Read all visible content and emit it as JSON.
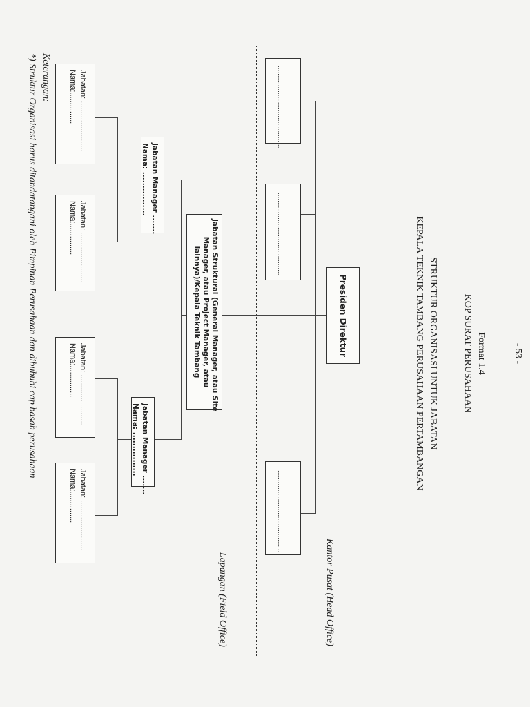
{
  "page_number": "- 53 -",
  "format": "Format 1.4",
  "letterhead": "KOP SURAT PERUSAHAAN",
  "title_line1": "STRUKTUR ORGANISASI UNTUK JABATAN",
  "title_line2": "KEPALA TEKNIK TAMBANG PERUSAHAAN PERTAMBANGAN",
  "head_office_label": "Kantor Pusat (Head Office)",
  "field_office_label": "Lapangan (Field Office)",
  "president": "Presiden Direktur",
  "placeholder_dots": "...........................................",
  "structural": {
    "line1": "Jabatan Struktural (General Manager, atau Site",
    "line2": "Manager, atau Project Manager, atau",
    "line3": "lainnya)/Kepala Teknik Tambang"
  },
  "manager": {
    "position": "Jabatan Manager .......",
    "name": "Nama: ................"
  },
  "staff": {
    "position": "Jabatan: ........................",
    "name": "Nama:..............."
  },
  "notes_heading": "Keterangan:",
  "notes_text": "*) Struktur Organisasi harus ditandatangani oleh Pimpinan Perusahaan dan dibubuhi cap basah perusahaan"
}
